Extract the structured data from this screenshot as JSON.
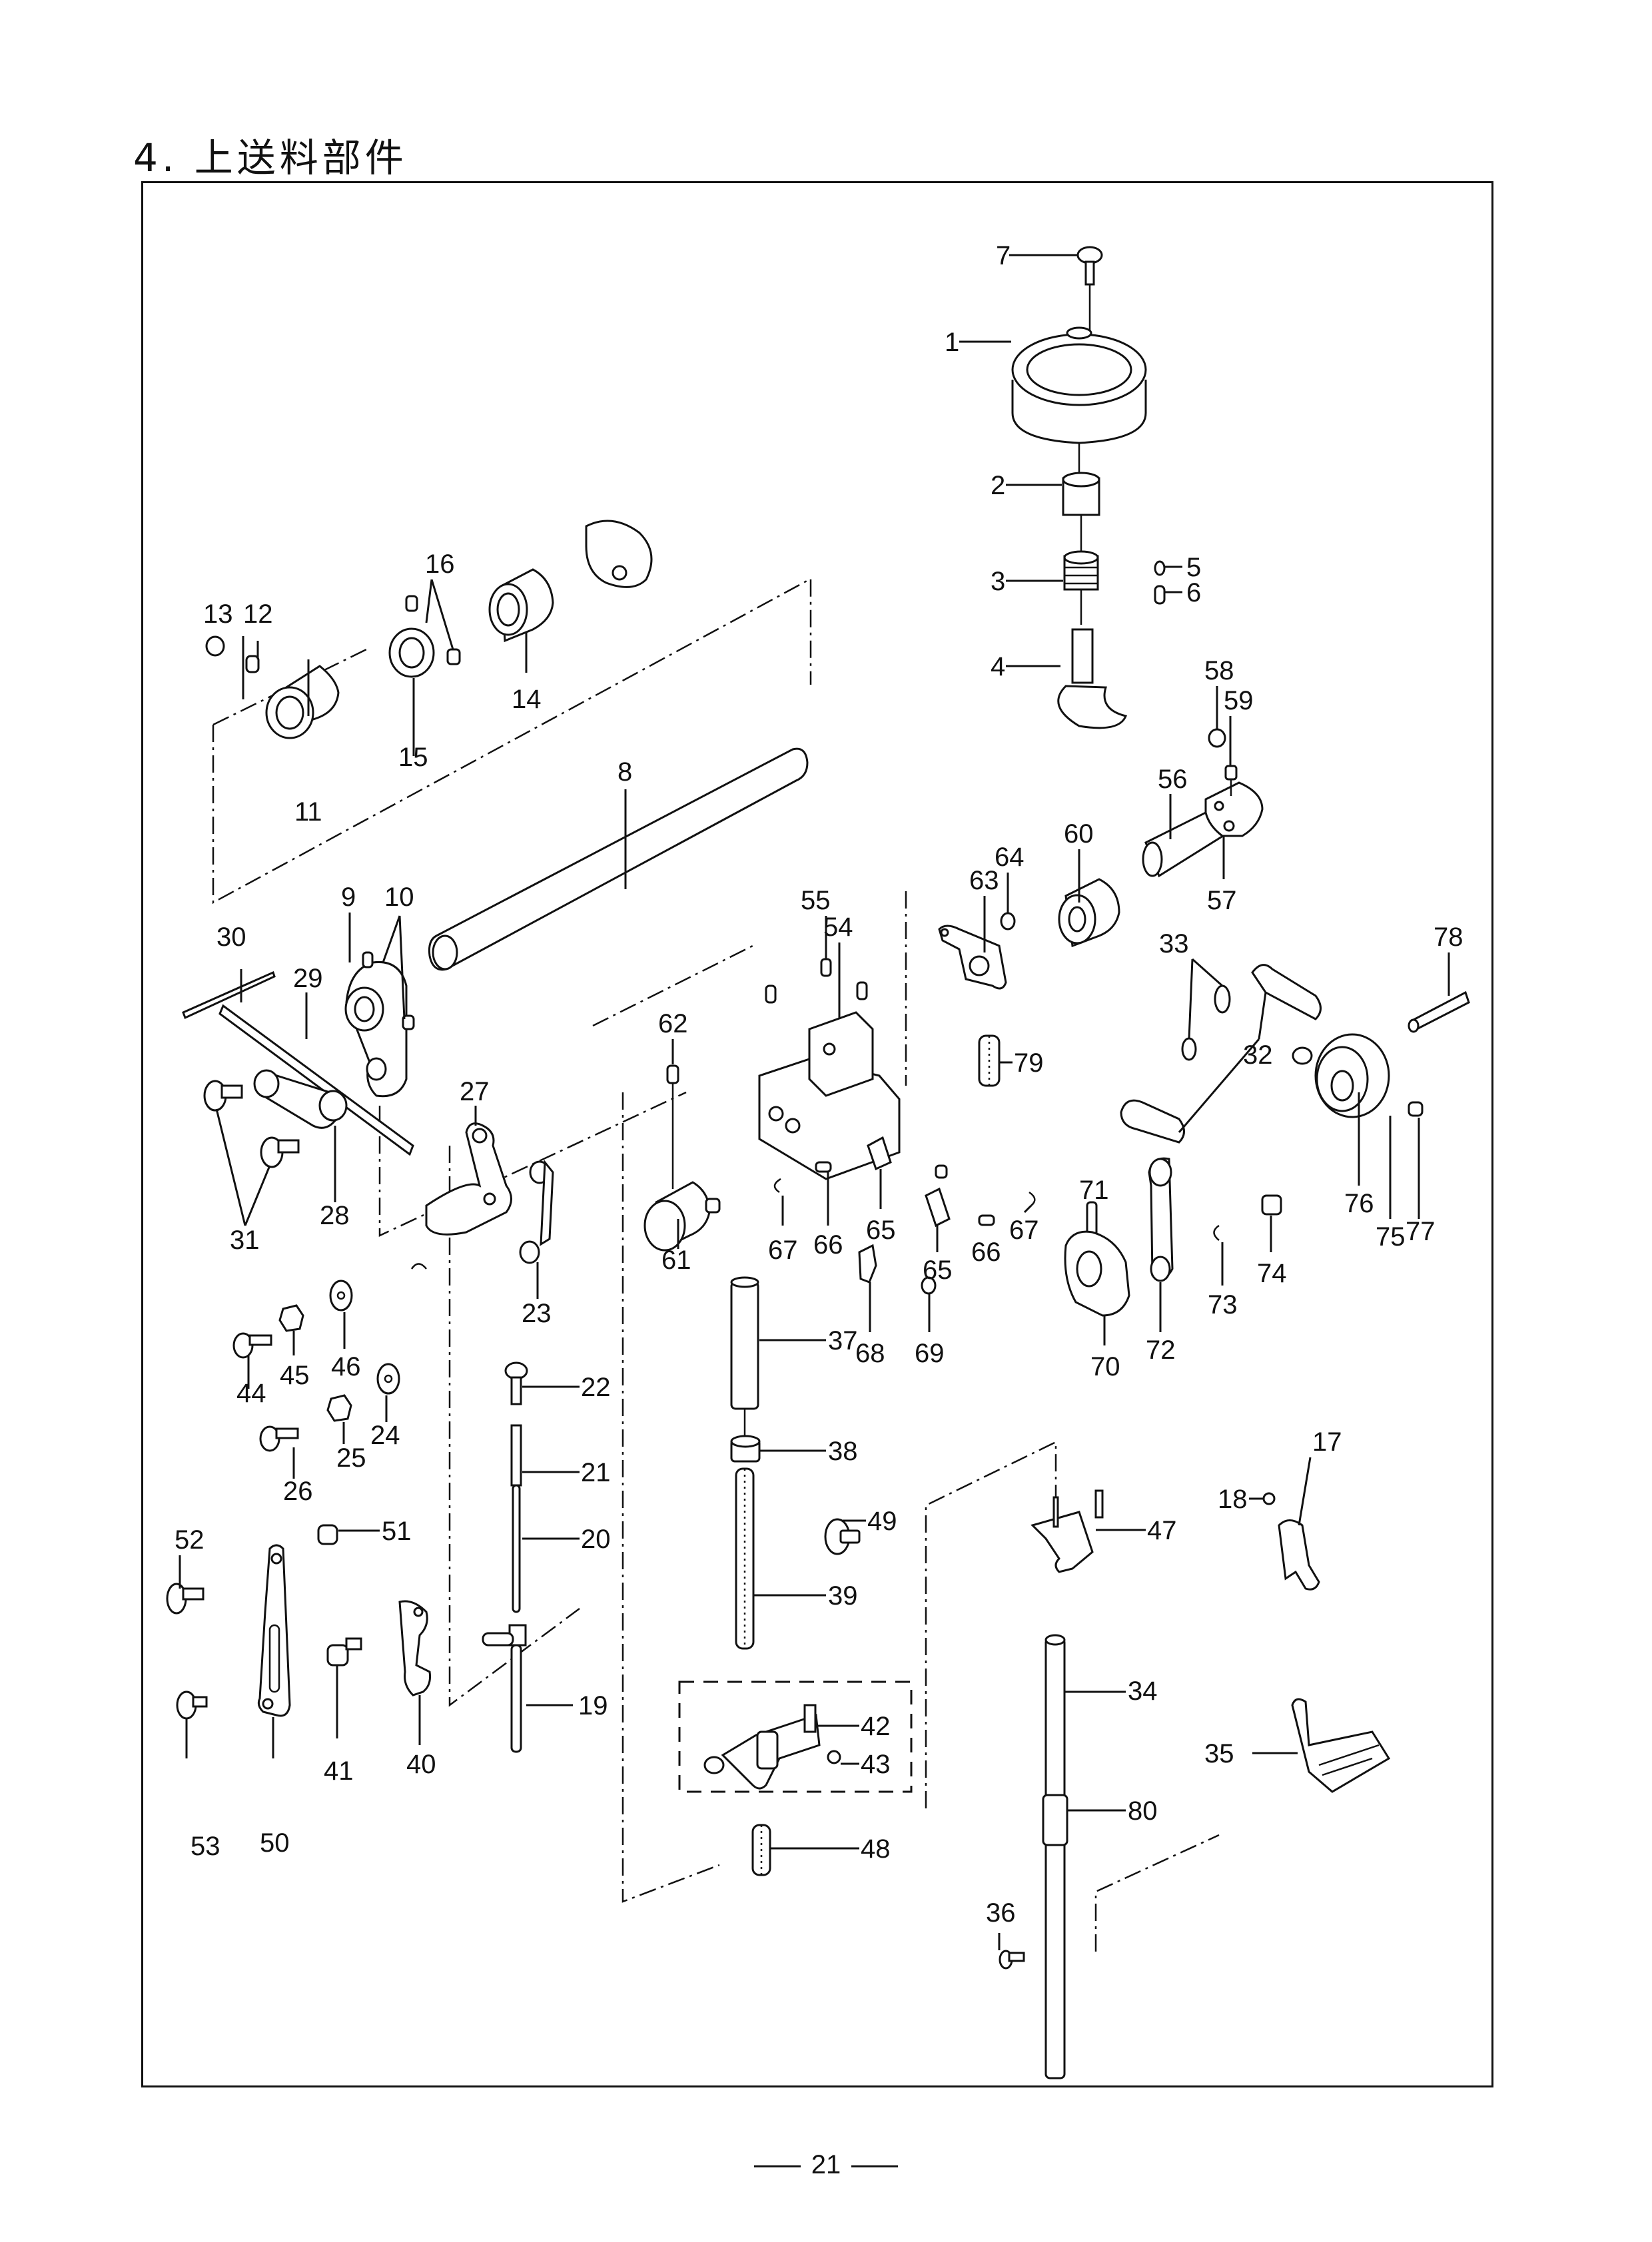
{
  "page": {
    "title": "4. 上送料部件",
    "page_number": "21"
  },
  "callouts": [
    {
      "id": "p1",
      "number": "1"
    },
    {
      "id": "p2",
      "number": "2"
    },
    {
      "id": "p3",
      "number": "3"
    },
    {
      "id": "p4",
      "number": "4"
    },
    {
      "id": "p5",
      "number": "5"
    },
    {
      "id": "p6",
      "number": "6"
    },
    {
      "id": "p7",
      "number": "7"
    },
    {
      "id": "p8",
      "number": "8"
    },
    {
      "id": "p9",
      "number": "9"
    },
    {
      "id": "p10",
      "number": "10"
    },
    {
      "id": "p11",
      "number": "11"
    },
    {
      "id": "p12",
      "number": "12"
    },
    {
      "id": "p13",
      "number": "13"
    },
    {
      "id": "p14",
      "number": "14"
    },
    {
      "id": "p15",
      "number": "15"
    },
    {
      "id": "p16",
      "number": "16"
    },
    {
      "id": "p17",
      "number": "17"
    },
    {
      "id": "p18",
      "number": "18"
    },
    {
      "id": "p19",
      "number": "19"
    },
    {
      "id": "p20",
      "number": "20"
    },
    {
      "id": "p21",
      "number": "21"
    },
    {
      "id": "p22",
      "number": "22"
    },
    {
      "id": "p23",
      "number": "23"
    },
    {
      "id": "p24",
      "number": "24"
    },
    {
      "id": "p25",
      "number": "25"
    },
    {
      "id": "p26",
      "number": "26"
    },
    {
      "id": "p27",
      "number": "27"
    },
    {
      "id": "p28",
      "number": "28"
    },
    {
      "id": "p29",
      "number": "29"
    },
    {
      "id": "p30",
      "number": "30"
    },
    {
      "id": "p31",
      "number": "31"
    },
    {
      "id": "p32",
      "number": "32"
    },
    {
      "id": "p33",
      "number": "33"
    },
    {
      "id": "p34",
      "number": "34"
    },
    {
      "id": "p35",
      "number": "35"
    },
    {
      "id": "p36",
      "number": "36"
    },
    {
      "id": "p37",
      "number": "37"
    },
    {
      "id": "p38",
      "number": "38"
    },
    {
      "id": "p39",
      "number": "39"
    },
    {
      "id": "p40",
      "number": "40"
    },
    {
      "id": "p41",
      "number": "41"
    },
    {
      "id": "p42",
      "number": "42"
    },
    {
      "id": "p43",
      "number": "43"
    },
    {
      "id": "p44",
      "number": "44"
    },
    {
      "id": "p45",
      "number": "45"
    },
    {
      "id": "p46",
      "number": "46"
    },
    {
      "id": "p47",
      "number": "47"
    },
    {
      "id": "p48",
      "number": "48"
    },
    {
      "id": "p49",
      "number": "49"
    },
    {
      "id": "p50",
      "number": "50"
    },
    {
      "id": "p51",
      "number": "51"
    },
    {
      "id": "p52",
      "number": "52"
    },
    {
      "id": "p53",
      "number": "53"
    },
    {
      "id": "p54",
      "number": "54"
    },
    {
      "id": "p55",
      "number": "55"
    },
    {
      "id": "p56",
      "number": "56"
    },
    {
      "id": "p57",
      "number": "57"
    },
    {
      "id": "p58",
      "number": "58"
    },
    {
      "id": "p59",
      "number": "59"
    },
    {
      "id": "p60",
      "number": "60"
    },
    {
      "id": "p61",
      "number": "61"
    },
    {
      "id": "p62",
      "number": "62"
    },
    {
      "id": "p63",
      "number": "63"
    },
    {
      "id": "p64",
      "number": "64"
    },
    {
      "id": "p65a",
      "number": "65"
    },
    {
      "id": "p65b",
      "number": "65"
    },
    {
      "id": "p66a",
      "number": "66"
    },
    {
      "id": "p66b",
      "number": "66"
    },
    {
      "id": "p67a",
      "number": "67"
    },
    {
      "id": "p67b",
      "number": "67"
    },
    {
      "id": "p68",
      "number": "68"
    },
    {
      "id": "p69",
      "number": "69"
    },
    {
      "id": "p70",
      "number": "70"
    },
    {
      "id": "p71",
      "number": "71"
    },
    {
      "id": "p72",
      "number": "72"
    },
    {
      "id": "p73",
      "number": "73"
    },
    {
      "id": "p74",
      "number": "74"
    },
    {
      "id": "p75",
      "number": "75"
    },
    {
      "id": "p76",
      "number": "76"
    },
    {
      "id": "p77",
      "number": "77"
    },
    {
      "id": "p78",
      "number": "78"
    },
    {
      "id": "p79",
      "number": "79"
    },
    {
      "id": "p80",
      "number": "80"
    }
  ]
}
